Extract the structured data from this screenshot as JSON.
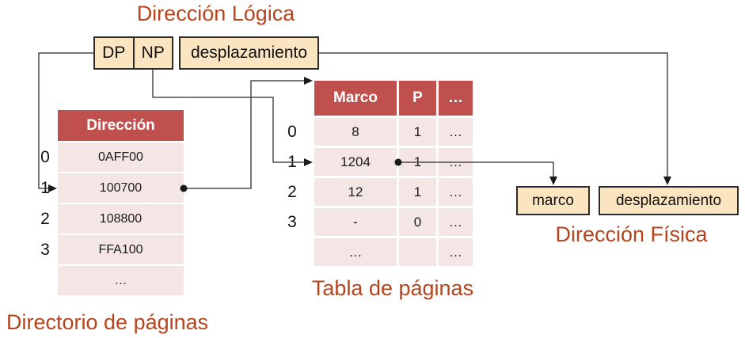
{
  "logical_address": {
    "title": "Dirección Lógica",
    "dp_label": "DP",
    "np_label": "NP",
    "offset_label": "desplazamiento"
  },
  "directory": {
    "caption": "Directorio de páginas",
    "header": "Dirección",
    "row_indices": [
      "0",
      "1",
      "2",
      "3"
    ],
    "rows": [
      "0AFF00",
      "100700",
      "108800",
      "FFA100",
      "…"
    ]
  },
  "page_table": {
    "caption": "Tabla de páginas",
    "headers": [
      "Marco",
      "P",
      "…"
    ],
    "row_indices": [
      "0",
      "1",
      "2",
      "3"
    ],
    "rows": [
      [
        "8",
        "1",
        "…"
      ],
      [
        "1204",
        "1",
        "…"
      ],
      [
        "12",
        "1",
        "…"
      ],
      [
        "-",
        "0",
        "…"
      ],
      [
        "…",
        "",
        "…"
      ]
    ]
  },
  "physical_address": {
    "title": "Dirección Física",
    "frame_label": "marco",
    "offset_label": "desplazamiento"
  },
  "colors": {
    "table_header_red": "#c0504d",
    "table_row_pink": "#f3e6e4",
    "box_cream": "#fbe5c0",
    "box_border": "#2b2b2b",
    "caption_orange": "#b5441c",
    "wire_gray": "#4a4a4a"
  }
}
